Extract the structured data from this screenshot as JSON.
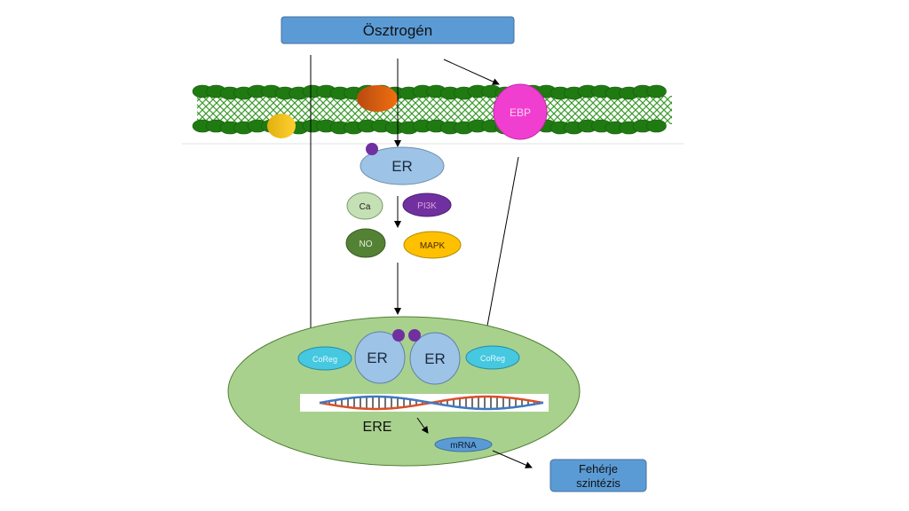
{
  "title": "Ösztrogén",
  "membrane": {
    "receptor_label": "EBP"
  },
  "cytoplasm": {
    "receptor_label": "ER",
    "mediators": [
      "Ca",
      "PI3K",
      "NO",
      "MAPK"
    ]
  },
  "nucleus": {
    "dimer_labels": [
      "ER",
      "ER"
    ],
    "coregulator_labels": [
      "CoReg",
      "CoReg"
    ],
    "response_element_label": "ERE",
    "mrna_label": "mRNA"
  },
  "output": {
    "line1": "Fehérje",
    "line2": "szintézis"
  },
  "colors": {
    "title_box": "#5b9bd5",
    "membrane": "#2e7d1a",
    "ebp": "#f03fd0",
    "er": "#9dc3e6",
    "ligand": "#7030a0",
    "ca": "#c5e0b4",
    "pi3k": "#7030a0",
    "no": "#548235",
    "mapk": "#ffc000",
    "nucleus": "#a9d18e",
    "coreg": "#45c8e0"
  }
}
